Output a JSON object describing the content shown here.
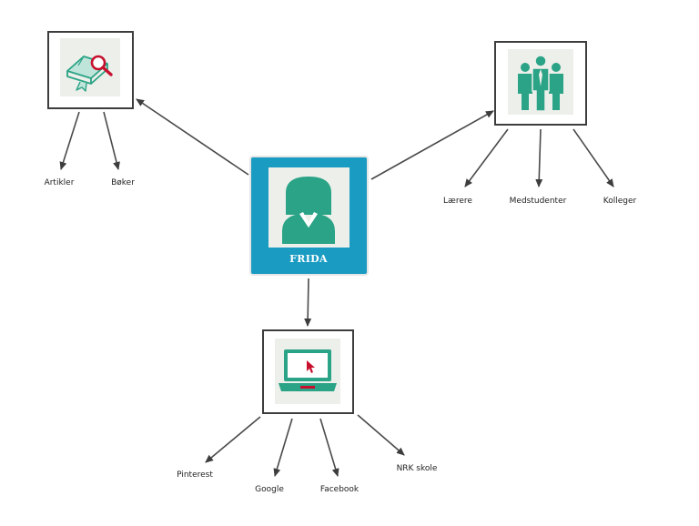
{
  "center": {
    "label": "FRIDA",
    "icon": "person-icon",
    "colors": {
      "panel": "#1a9bc2",
      "figure": "#2aa386",
      "tile": "#ecefea"
    }
  },
  "nodes": {
    "literature": {
      "icon": "book-magnifier-icon",
      "children": [
        "Artikler",
        "Bøker"
      ]
    },
    "people": {
      "icon": "people-group-icon",
      "children": [
        "Lærere",
        "Medstudenter",
        "Kolleger"
      ]
    },
    "web": {
      "icon": "laptop-cursor-icon",
      "children": [
        "Pinterest",
        "Google",
        "Facebook",
        "NRK skole"
      ]
    }
  },
  "colors": {
    "accent_green": "#2aa386",
    "accent_red": "#c8102e",
    "tile_background": "#ecefea",
    "frame": "#3d3d3d"
  }
}
